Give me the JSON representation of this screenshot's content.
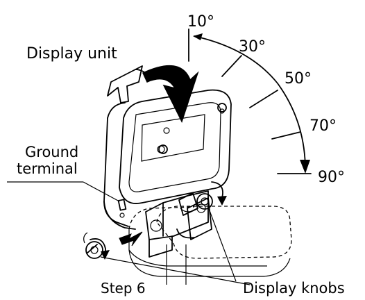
{
  "labels": {
    "display_unit": "Display unit",
    "ground_terminal_line1": "Ground",
    "ground_terminal_line2": "terminal",
    "step": "Step 6",
    "display_knobs": "Display knobs"
  },
  "angles": [
    "10°",
    "30°",
    "50°",
    "70°",
    "90°"
  ],
  "colors": {
    "ink": "#000000",
    "background": "#ffffff"
  }
}
